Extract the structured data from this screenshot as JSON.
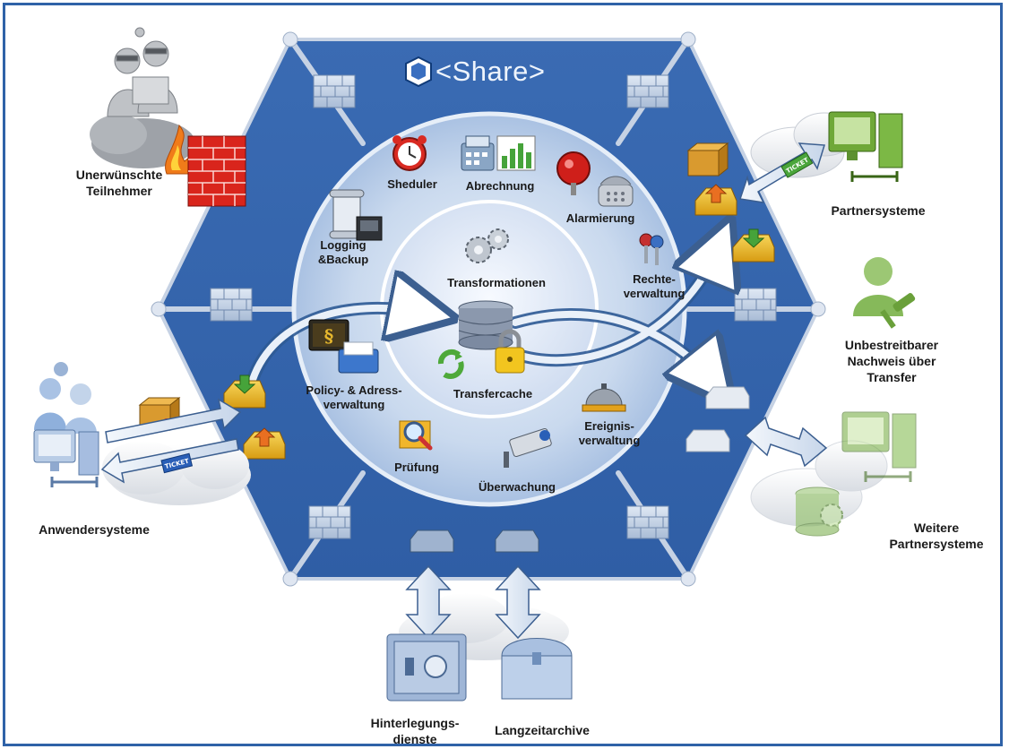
{
  "brand": {
    "title": "<Share>"
  },
  "outer": {
    "unerwuenscht": "Unerwünschte\nTeilnehmer",
    "partnersysteme": "Partnersysteme",
    "nachweis": "Unbestreitbarer\nNachweis über\nTransfer",
    "weitere": "Weitere\nPartnersysteme",
    "anwender": "Anwendersysteme",
    "hinterlegung": "Hinterlegungs-\ndienste",
    "langzeit": "Langzeitarchive"
  },
  "ring": {
    "sheduler": "Sheduler",
    "abrechnung": "Abrechnung",
    "alarmierung": "Alarmierung",
    "logging": "Logging\n&Backup",
    "rechte": "Rechte-\nverwaltung",
    "policy": "Policy- & Adress-\nverwaltung",
    "ereignis": "Ereignis-\nverwaltung",
    "pruefung": "Prüfung",
    "ueberwachung": "Überwachung"
  },
  "core": {
    "transformationen": "Transformationen",
    "transfercache": "Transfercache"
  },
  "badges": {
    "ticket": "TICKET"
  },
  "colors": {
    "hexagon": "#3565ad",
    "ring": "#c8d8ee",
    "core": "#e6eef9",
    "accent_green": "#7dbb3a",
    "firewall_red": "#d9251c",
    "tray_yellow": "#f0c12a"
  },
  "icons": [
    "firewall-icon",
    "clock-icon",
    "cash-register-icon",
    "alarm-bell-icon",
    "phone-icon",
    "scroll-icon",
    "keys-icon",
    "gears-icon",
    "database-icon",
    "lock-icon",
    "recycle-icon",
    "book-icon",
    "service-bell-icon",
    "magnifier-icon",
    "camera-icon",
    "inbox-tray-icon",
    "outbox-tray-icon",
    "safe-icon",
    "chest-icon",
    "computer-icon",
    "user-icon",
    "package-icon",
    "ticket-icon",
    "hacker-icon",
    "gavel-icon",
    "cloud-icon"
  ]
}
